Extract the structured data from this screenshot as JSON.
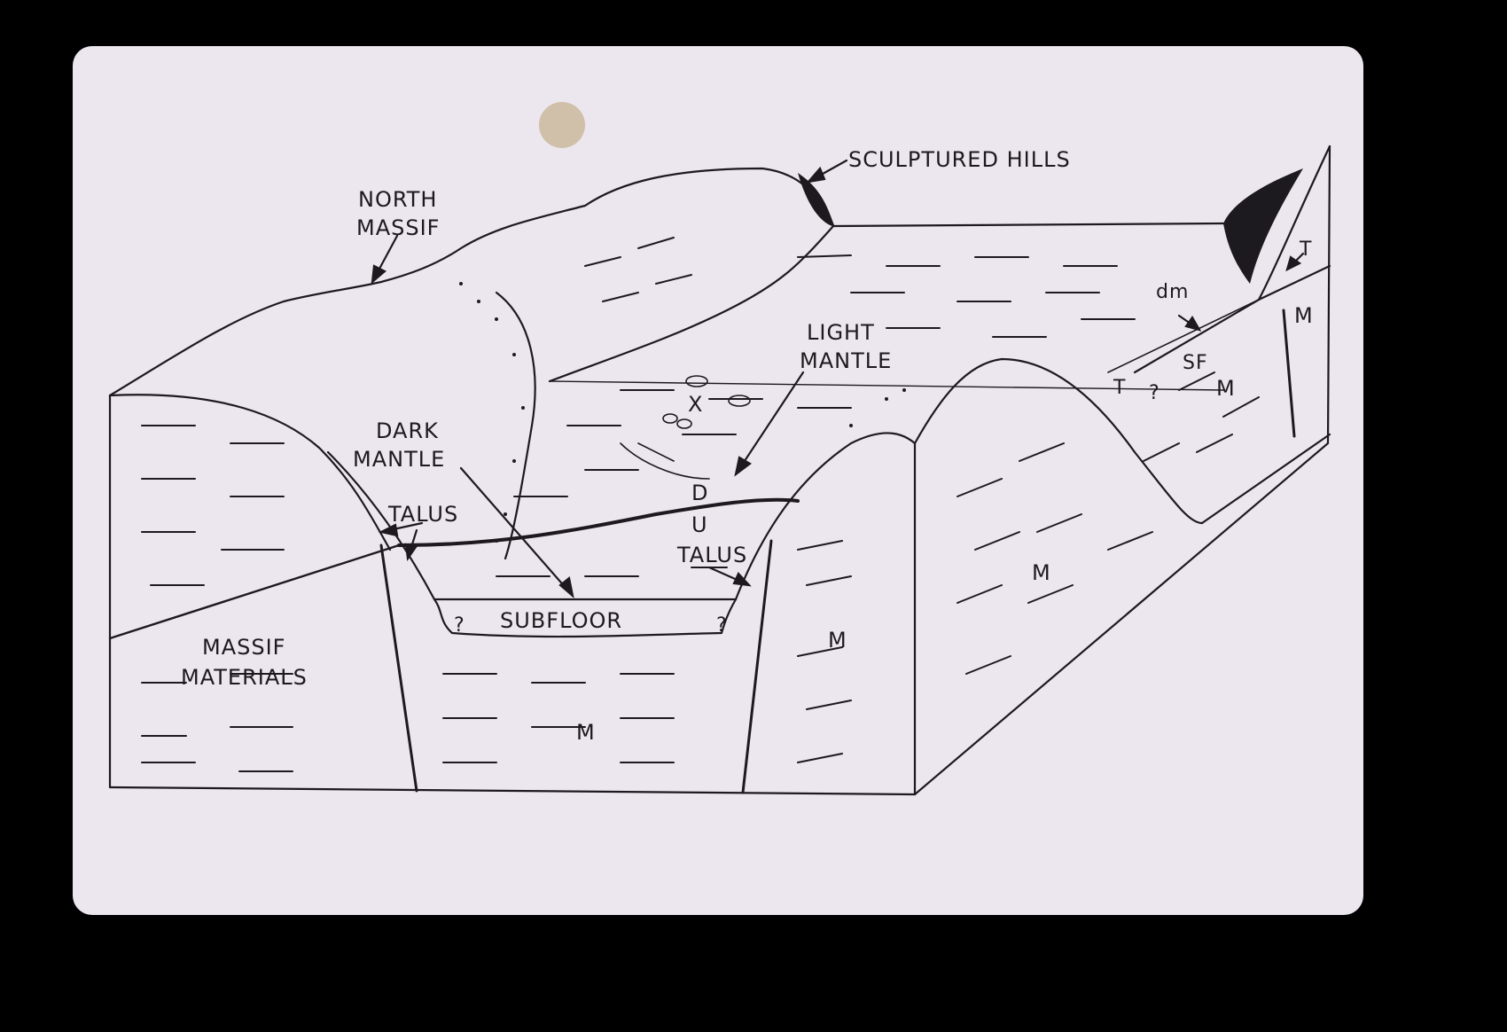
{
  "colors": {
    "frame": "#000000",
    "paper": "#ece6ef",
    "ink": "#1c1a1e",
    "stain": "#cbb89c"
  },
  "labels": {
    "sculptured_hills": "SCULPTURED HILLS",
    "north_massif_1": "NORTH",
    "north_massif_2": "MASSIF",
    "light_mantle_1": "LIGHT",
    "light_mantle_2": "MANTLE",
    "dark_mantle_1": "DARK",
    "dark_mantle_2": "MANTLE",
    "talus_left": "TALUS",
    "talus_right": "TALUS",
    "subfloor": "SUBFLOOR",
    "massif_materials_1": "MASSIF",
    "massif_materials_2": "MATERIALS",
    "fault_d": "D",
    "fault_u": "U",
    "crater_x": "X",
    "dm": "dm",
    "sf": "SF",
    "t_top": "T",
    "t_mid": "T",
    "m_right_top": "M",
    "m_right_mid": "M",
    "m_center_right": "M",
    "m_center": "M",
    "m_bottom": "M",
    "q1": "?",
    "q2": "?",
    "q3": "?"
  }
}
